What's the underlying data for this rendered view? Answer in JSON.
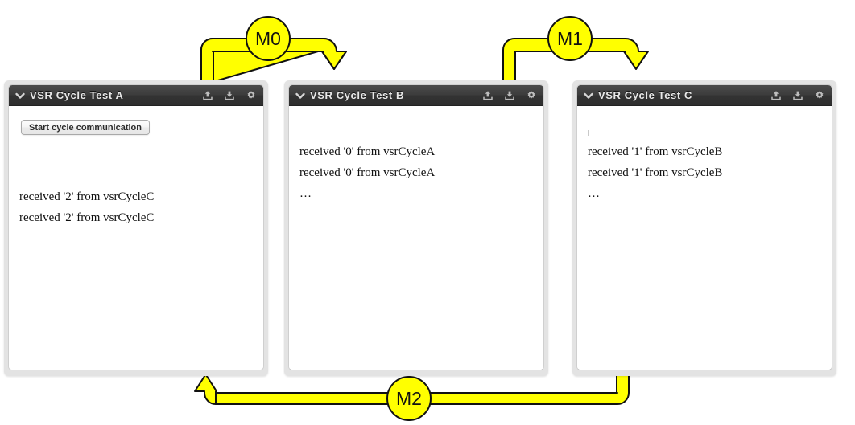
{
  "diagram": {
    "title_context": "VSR cycle communication between three panels",
    "background_color": "#ffffff",
    "arrow_color": "#ffff00",
    "arrow_outline_color": "#111111"
  },
  "panels": [
    {
      "id": "panel-a",
      "title": "VSR Cycle Test A",
      "chevron_icon": "chevron-down-icon",
      "titlebar_icons": [
        "upload-icon",
        "download-icon",
        "gear-icon"
      ],
      "button": {
        "label": "Start cycle communication"
      },
      "log_lines": [
        "received '2' from vsrCycleC",
        "received '2' from vsrCycleC"
      ]
    },
    {
      "id": "panel-b",
      "title": "VSR Cycle Test B",
      "chevron_icon": "chevron-down-icon",
      "titlebar_icons": [
        "upload-icon",
        "download-icon",
        "gear-icon"
      ],
      "button": null,
      "log_lines": [
        "received '0' from vsrCycleA",
        "received '0' from vsrCycleA",
        "…"
      ]
    },
    {
      "id": "panel-c",
      "title": "VSR Cycle Test C",
      "chevron_icon": "chevron-down-icon",
      "titlebar_icons": [
        "upload-icon",
        "download-icon",
        "gear-icon"
      ],
      "button": null,
      "log_lines": [
        "received '1' from vsrCycleB",
        "received '1' from vsrCycleB",
        "…"
      ]
    }
  ],
  "messages": [
    {
      "id": "m0",
      "label": "M0",
      "from": "panel-a",
      "to": "panel-b"
    },
    {
      "id": "m1",
      "label": "M1",
      "from": "panel-b",
      "to": "panel-c"
    },
    {
      "id": "m2",
      "label": "M2",
      "from": "panel-c",
      "to": "panel-a"
    }
  ]
}
